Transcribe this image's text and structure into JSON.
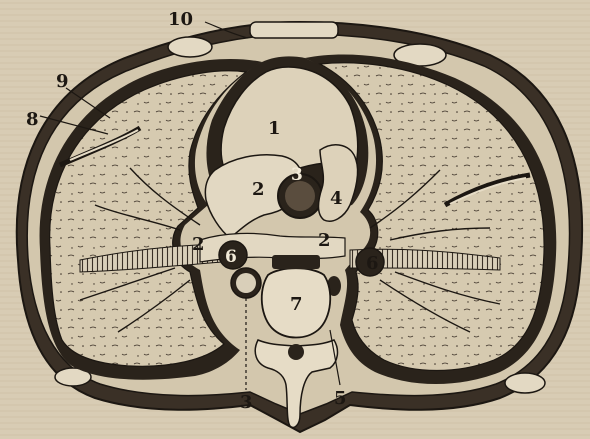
{
  "figure": {
    "labels": {
      "l1": "1",
      "l2a": "2",
      "l2b": "2",
      "l2c": "2",
      "l3a": "3",
      "l3b": "3",
      "l4": "4",
      "l5": "5",
      "l6a": "6",
      "l6b": "6",
      "l7": "7",
      "l8": "8",
      "l9": "9",
      "l10": "10"
    },
    "colors": {
      "paper": "#d8ccb4",
      "ink": "#1c1712",
      "lung": "#cfc3a9",
      "cavity": "#2a231b",
      "heart": "#ddd2ba"
    }
  }
}
